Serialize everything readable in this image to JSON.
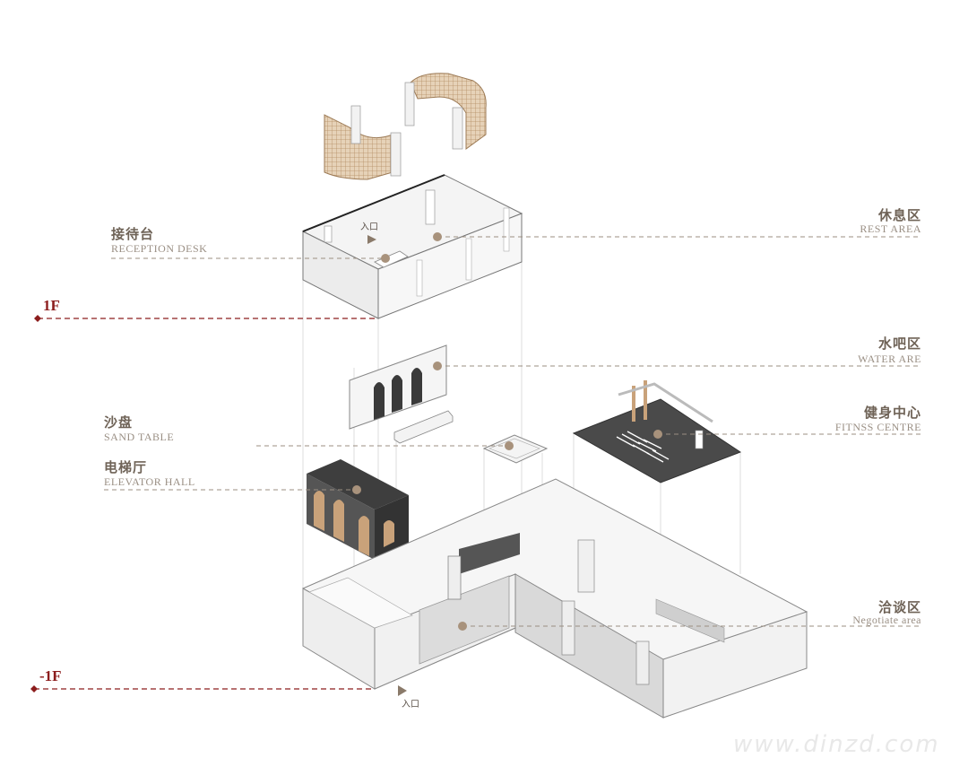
{
  "labels": {
    "reception_zh": "接待台",
    "reception_en": "RECEPTION  DESK",
    "rest_zh": "休息区",
    "rest_en": "REST AREA",
    "water_zh": "水吧区",
    "water_en": "WATER ARE",
    "fitness_zh": "健身中心",
    "fitness_en": "FITNSS CENTRE",
    "sand_zh": "沙盘",
    "sand_en": "SAND  TABLE",
    "elevator_zh": "电梯厅",
    "elevator_en": "ELEVATOR HALL",
    "negotiate_zh": "洽谈区",
    "negotiate_en": "Negotiate area"
  },
  "floors": {
    "upper": "1F",
    "lower": "-1F"
  },
  "entrances": {
    "upper": "入口",
    "lower": "入口"
  },
  "watermark": "www.dinzd.com",
  "colors": {
    "floor_line": "#8c1d1d",
    "leader": "#9b8f82",
    "dot": "#a8927c",
    "dark_slab": "#4a4a4a",
    "screen_wood": "#c9a27a"
  }
}
